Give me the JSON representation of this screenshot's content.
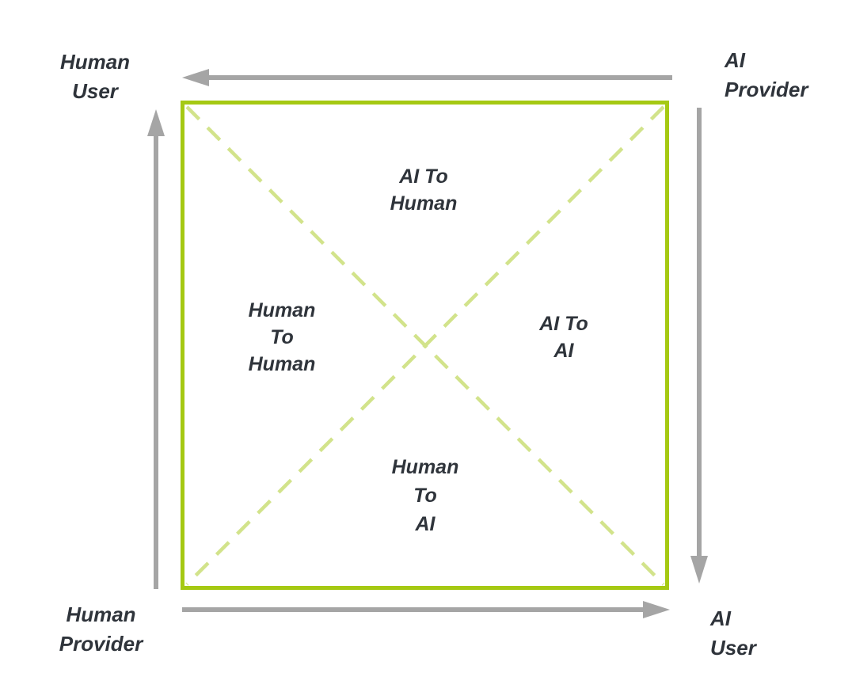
{
  "diagram": {
    "title": "Human-AI provider/user interaction quadrant diagram",
    "colors": {
      "square_border": "#a5c913",
      "diagonal_dash": "#d2e38b",
      "arrow": "#a5a5a5",
      "text": "#2f343b",
      "background": "#ffffff"
    },
    "corner_labels": {
      "top_left": {
        "line1": "Human",
        "line2": "User"
      },
      "top_right": {
        "line1": "AI",
        "line2": "Provider"
      },
      "bottom_left": {
        "line1": "Human",
        "line2": "Provider"
      },
      "bottom_right": {
        "line1": "AI",
        "line2": "User"
      }
    },
    "quadrant_labels": {
      "top": {
        "line1": "AI To",
        "line2": "Human"
      },
      "left": {
        "line1": "Human",
        "line2": "To",
        "line3": "Human"
      },
      "right": {
        "line1": "AI To",
        "line2": "AI"
      },
      "bottom": {
        "line1": "Human",
        "line2": "To",
        "line3": "AI"
      }
    },
    "arrows": {
      "top_edge": "points left, from AI Provider toward Human User",
      "left_edge": "points up, from Human Provider toward Human User",
      "bottom_edge": "points right, from Human Provider toward AI User",
      "right_edge": "points down, from AI Provider toward AI User"
    }
  }
}
